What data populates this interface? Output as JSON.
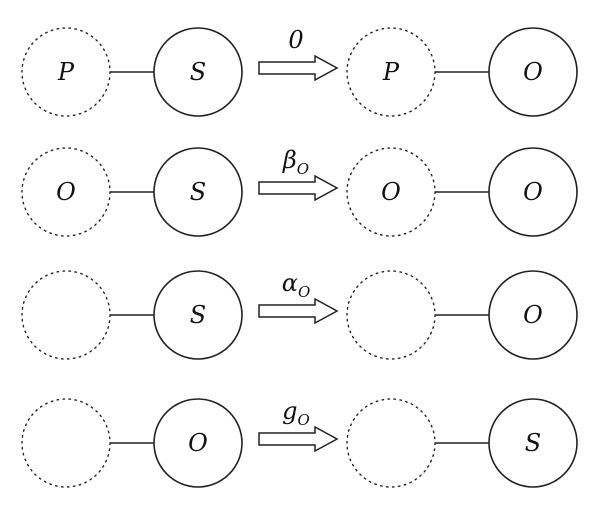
{
  "diagram": {
    "rows": [
      {
        "left": {
          "neighbor": "P",
          "site": "S"
        },
        "rate": {
          "main": "0",
          "sub": ""
        },
        "right": {
          "neighbor": "P",
          "site": "O"
        }
      },
      {
        "left": {
          "neighbor": "O",
          "site": "S"
        },
        "rate": {
          "main": "β",
          "sub": "O"
        },
        "right": {
          "neighbor": "O",
          "site": "O"
        }
      },
      {
        "left": {
          "neighbor": "",
          "site": "S"
        },
        "rate": {
          "main": "α",
          "sub": "O"
        },
        "right": {
          "neighbor": "",
          "site": "O"
        }
      },
      {
        "left": {
          "neighbor": "",
          "site": "O"
        },
        "rate": {
          "main": "g",
          "sub": "O"
        },
        "right": {
          "neighbor": "",
          "site": "S"
        }
      }
    ]
  }
}
